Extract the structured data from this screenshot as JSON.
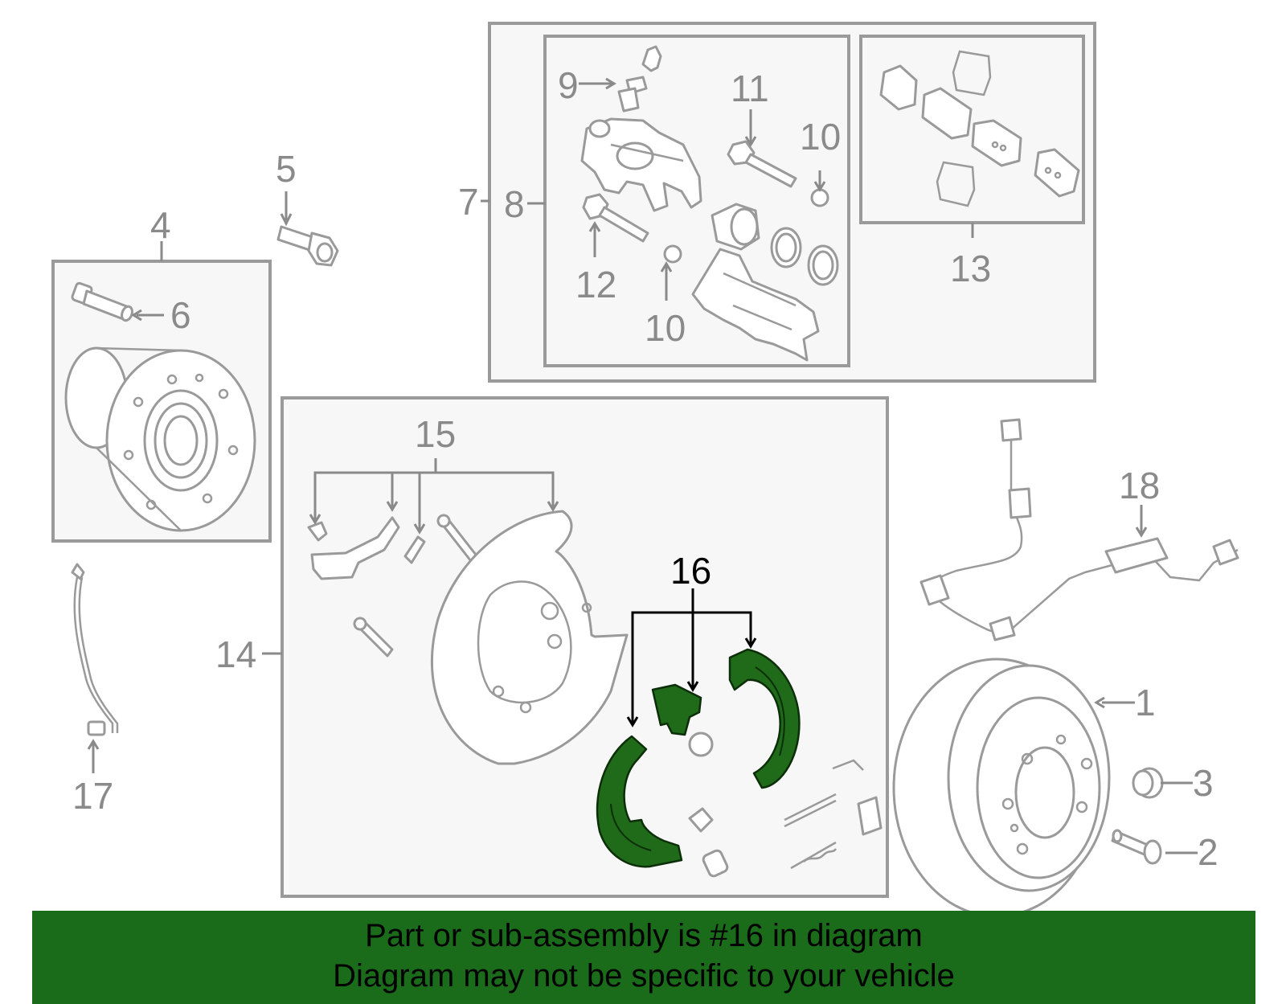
{
  "callouts": {
    "c1": "1",
    "c2": "2",
    "c3": "3",
    "c4": "4",
    "c5": "5",
    "c6": "6",
    "c7": "7",
    "c8": "8",
    "c9": "9",
    "c10a": "10",
    "c10b": "10",
    "c11": "11",
    "c12": "12",
    "c13": "13",
    "c14": "14",
    "c15": "15",
    "c16": "16",
    "c17": "17",
    "c18": "18"
  },
  "highlighted_part": "16",
  "colors": {
    "highlight": "#1f6b1a",
    "banner": "#1a6b1a",
    "line": "#9a9a9a"
  },
  "banner": {
    "line1": "Part or sub-assembly is #16 in diagram",
    "line2": "Diagram may not be specific to your vehicle"
  }
}
